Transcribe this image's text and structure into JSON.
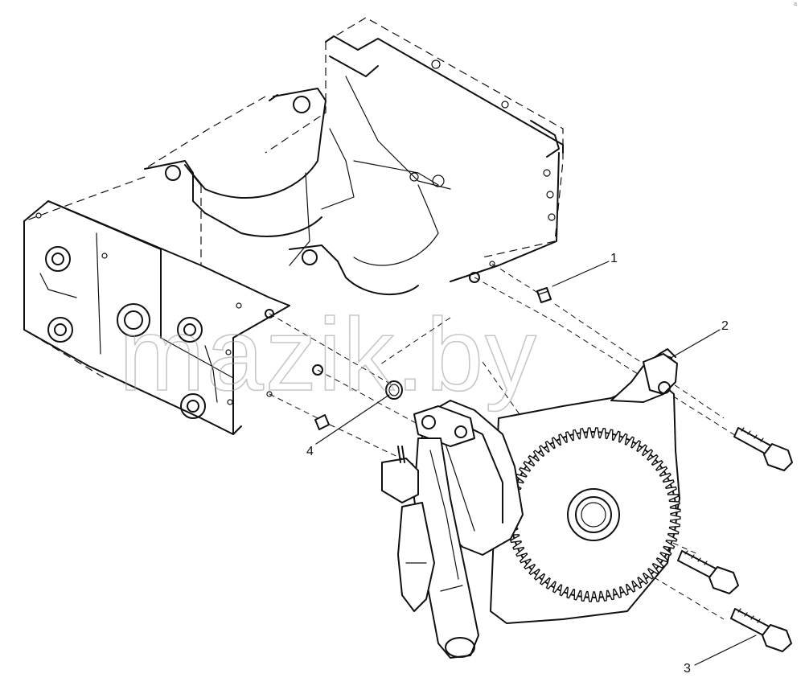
{
  "watermark": "mazik.by",
  "callouts": [
    {
      "number": "1",
      "part": "dowel-pin-upper"
    },
    {
      "number": "2",
      "part": "pump-mounting-bracket"
    },
    {
      "number": "3",
      "part": "mounting-bolt"
    },
    {
      "number": "4",
      "part": "dowel-pin-lower"
    }
  ],
  "colors": {
    "line": "#111111",
    "watermark": "#9a9a9a",
    "background": "#ffffff"
  }
}
